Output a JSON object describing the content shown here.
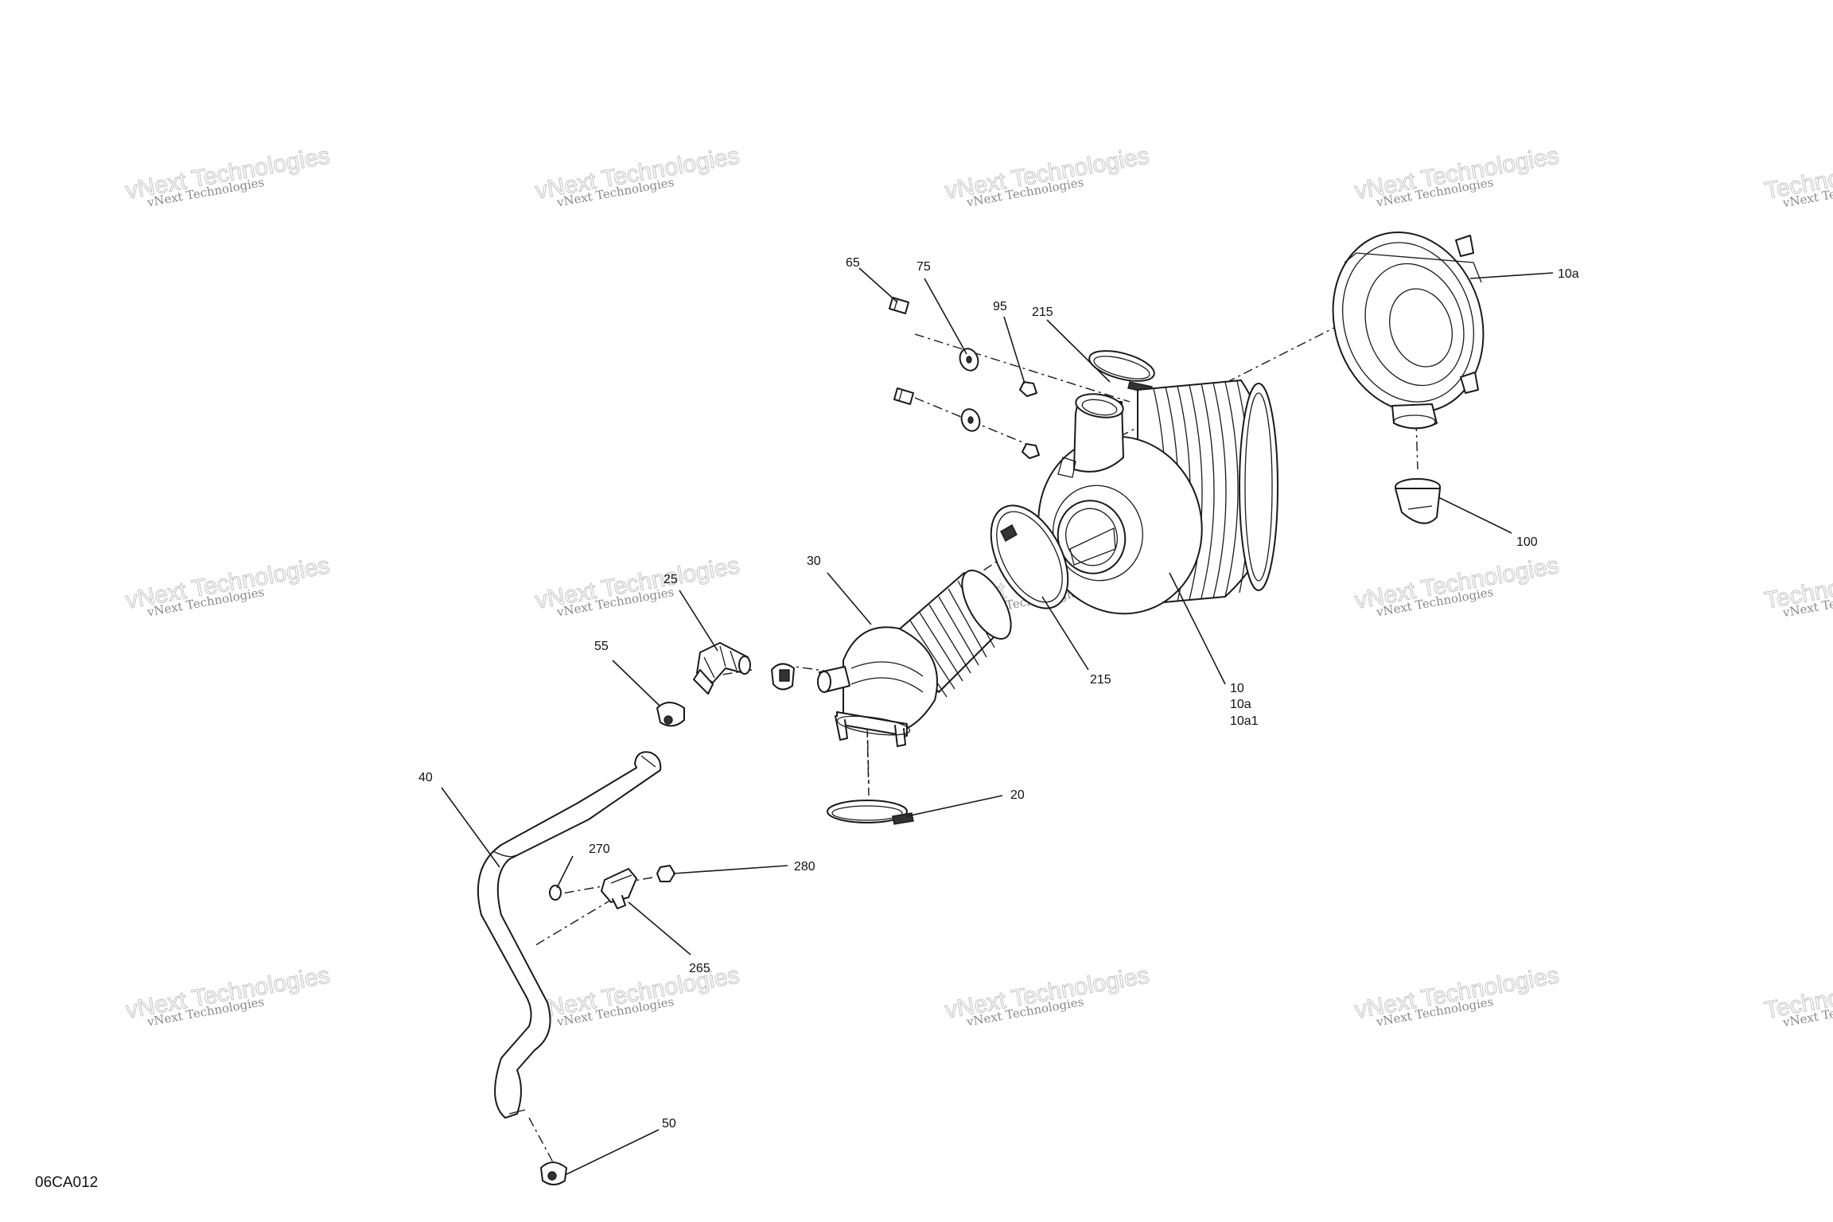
{
  "diagram": {
    "drawing_code": "06CA012",
    "watermark": {
      "line1": "vNext Technologies",
      "line2": "Technologies"
    },
    "callouts": [
      {
        "id": "c65",
        "text": "65"
      },
      {
        "id": "c75",
        "text": "75"
      },
      {
        "id": "c95",
        "text": "95"
      },
      {
        "id": "c215a",
        "text": "215"
      },
      {
        "id": "c10a_top",
        "text": "10a"
      },
      {
        "id": "c100",
        "text": "100"
      },
      {
        "id": "c30",
        "text": "30"
      },
      {
        "id": "c25",
        "text": "25"
      },
      {
        "id": "c55",
        "text": "55"
      },
      {
        "id": "c215b",
        "text": "215"
      },
      {
        "id": "c10",
        "text": "10"
      },
      {
        "id": "c10a",
        "text": "10a"
      },
      {
        "id": "c10a1",
        "text": "10a1"
      },
      {
        "id": "c20",
        "text": "20"
      },
      {
        "id": "c40",
        "text": "40"
      },
      {
        "id": "c270",
        "text": "270"
      },
      {
        "id": "c280",
        "text": "280"
      },
      {
        "id": "c265",
        "text": "265"
      },
      {
        "id": "c50",
        "text": "50"
      }
    ],
    "colors": {
      "line": "#1a1a1a",
      "watermark": "#c8c8c8",
      "background": "#ffffff"
    }
  }
}
